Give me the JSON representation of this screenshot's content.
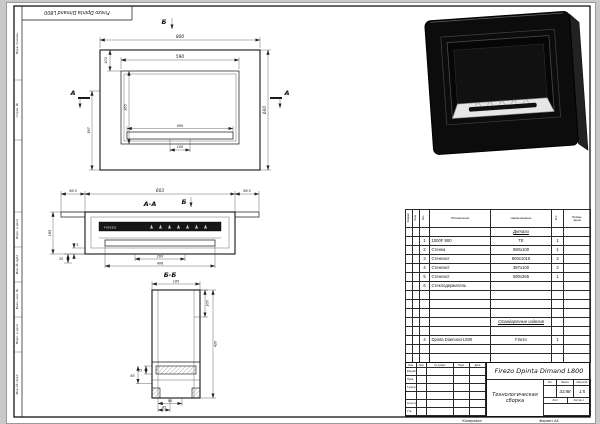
{
  "frame": {
    "top_stamp": "Firezo Dpinta Dimand L800",
    "side_labels": [
      "Перв. примен.",
      "Справ. №",
      "",
      "Подп. и дата",
      "Инв. № дубл.",
      "Взам. инв. №",
      "Подп. и дата",
      "Инв. № подл."
    ],
    "footer_left": "Копировал",
    "footer_right": "Формат А4"
  },
  "front_view": {
    "mark_b": "Б",
    "mark_a_left": "А",
    "mark_a_right": "А",
    "dim_800": "800",
    "dim_590_top": "590",
    "dim_103": "103",
    "dim_365": "365",
    "dim_397": "397",
    "dim_600": "600",
    "dim_590_burner": "590",
    "dim_100": "100"
  },
  "section_aa": {
    "title": "А-А",
    "mark_b": "Б",
    "dim_985_l": "98.5",
    "dim_603": "603",
    "dim_985_r": "98.5",
    "dim_185": "185",
    "dim_200": "200",
    "dim_406": "406",
    "dim_35": "35",
    "dim_5": "5",
    "burner_text": "FIREZO"
  },
  "section_bb": {
    "title": "Б-Б",
    "dim_185": "185",
    "dim_100": "100",
    "dim_420": "420",
    "dim_90": "90",
    "dim_45": "45",
    "dim_25": "25",
    "dim_65": "65"
  },
  "spec": {
    "headers": {
      "format": "Формат",
      "zone": "Зона",
      "pos": "Поз.",
      "designation": "Обозначение",
      "name": "Наименование",
      "qty": "Кол.",
      "note1": "Приме-",
      "note2": "чание"
    },
    "rows": [
      {
        "pos": "",
        "des": "",
        "name": "Детали",
        "qty": "",
        "note": "",
        "section": true
      },
      {
        "pos": "1",
        "des": "1000F 900",
        "name": "ТЕ",
        "qty": "1",
        "note": ""
      },
      {
        "pos": "2",
        "des": "Стенка",
        "name": "590х100",
        "qty": "1",
        "note": ""
      },
      {
        "pos": "3",
        "des": "Стенлист",
        "name": "800х1015",
        "qty": "2",
        "note": ""
      },
      {
        "pos": "4",
        "des": "Стенлист",
        "name": "397х100",
        "qty": "2",
        "note": ""
      },
      {
        "pos": "5",
        "des": "Стенлист",
        "name": "590х365",
        "qty": "1",
        "note": ""
      },
      {
        "pos": "6",
        "des": "Стеклодержатель",
        "name": "",
        "qty": "",
        "note": ""
      },
      {
        "pos": "",
        "des": "",
        "name": "",
        "qty": "",
        "note": ""
      },
      {
        "pos": "",
        "des": "",
        "name": "",
        "qty": "",
        "note": ""
      },
      {
        "pos": "",
        "des": "",
        "name": "",
        "qty": "",
        "note": ""
      },
      {
        "pos": "",
        "des": "",
        "name": "Стандартные изделия",
        "qty": "",
        "note": "",
        "section": true
      },
      {
        "pos": "",
        "des": "",
        "name": "",
        "qty": "",
        "note": ""
      },
      {
        "pos": "4",
        "des": "Dpinta Diamond-L800",
        "name": "Firezo",
        "qty": "1",
        "note": ""
      },
      {
        "pos": "",
        "des": "",
        "name": "",
        "qty": "",
        "note": ""
      },
      {
        "pos": "",
        "des": "",
        "name": "",
        "qty": "",
        "note": ""
      }
    ]
  },
  "title_block": {
    "designation": "Firezo Dpinta Dimand L800",
    "doc_name1": "Технологическая",
    "doc_name2": "сборка",
    "cols": [
      "Изм.",
      "Лист",
      "№ докум.",
      "Подп.",
      "Дата"
    ],
    "roles": [
      "Разраб.",
      "Пров.",
      "Т.контр.",
      "",
      "Н.контр.",
      "Утв."
    ],
    "lit": "Лит.",
    "mass_label": "Масса",
    "scale_label": "Масштаб",
    "mass": "33.88",
    "scale": "1:5",
    "sheet": "Лист",
    "sheets": "Листов 1"
  }
}
